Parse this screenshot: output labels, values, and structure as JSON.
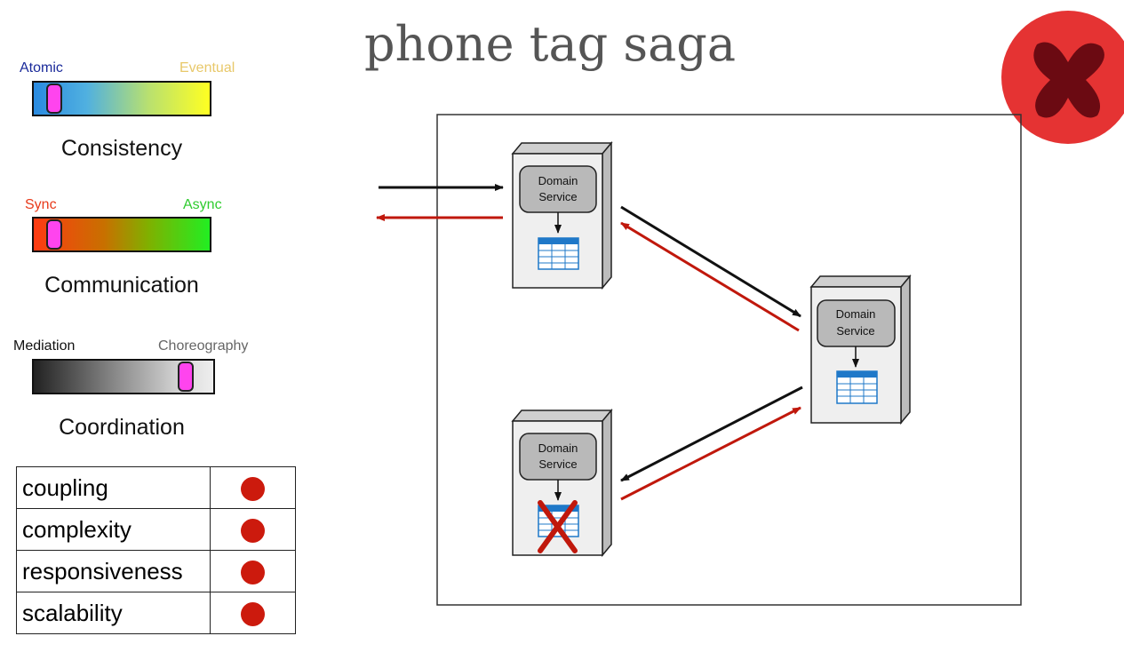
{
  "title": "phone tag saga",
  "scales": {
    "consistency": {
      "left_label": "Atomic",
      "right_label": "Eventual",
      "name": "Consistency",
      "value": 0.08
    },
    "communication": {
      "left_label": "Sync",
      "right_label": "Async",
      "name": "Communication",
      "value": 0.08
    },
    "coordination": {
      "left_label": "Mediation",
      "right_label": "Choreography",
      "name": "Coordination",
      "value": 0.88
    }
  },
  "colors": {
    "accent_red": "#cc1a0d",
    "marker": "#ff44ee",
    "badge_circle": "#e53333",
    "badge_x": "#6b0a12",
    "left_atomic": "#1a2a9a",
    "right_eventual": "#e8c86a",
    "left_sync": "#e83a1a",
    "right_async": "#2ecc2e"
  },
  "metrics": [
    {
      "label": "coupling",
      "rating": "bad"
    },
    {
      "label": "complexity",
      "rating": "bad"
    },
    {
      "label": "responsiveness",
      "rating": "bad"
    },
    {
      "label": "scalability",
      "rating": "bad"
    }
  ],
  "diagram": {
    "services": [
      {
        "line1": "Domain",
        "line2": "Service",
        "failed": false
      },
      {
        "line1": "Domain",
        "line2": "Service",
        "failed": false
      },
      {
        "line1": "Domain",
        "line2": "Service",
        "failed": true
      }
    ]
  },
  "icons": {
    "badge": "red-x-icon",
    "database": "table-icon",
    "failure": "red-x-mark-icon"
  }
}
